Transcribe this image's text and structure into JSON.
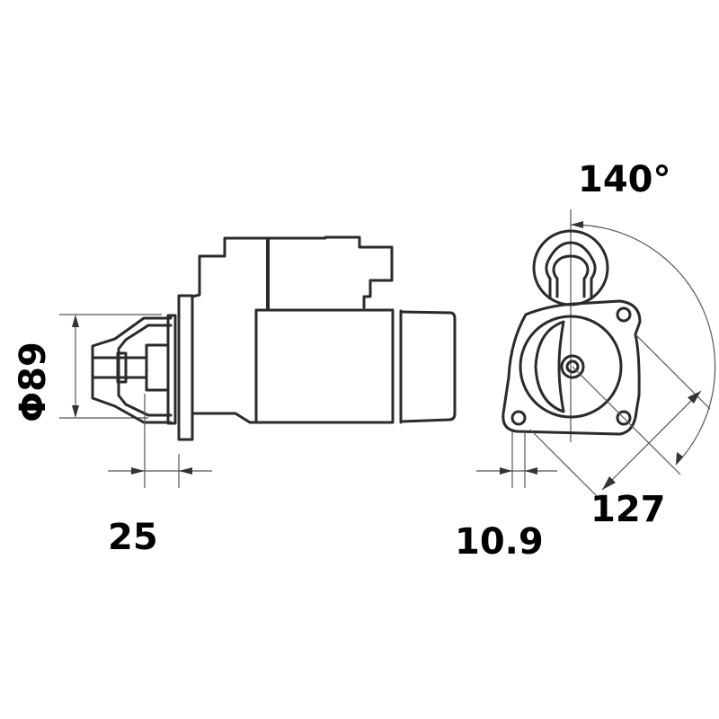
{
  "drawing": {
    "subject": "Starter motor dimensional drawing",
    "views": [
      "side-view",
      "front-view"
    ],
    "stroke_color": "#2a2a2a",
    "background": "#ffffff"
  },
  "dimensions": {
    "diameter": {
      "label": "Φ89",
      "value": 89,
      "unit": "mm",
      "orientation": "vertical"
    },
    "pinion_offset": {
      "label": "25",
      "value": 25,
      "unit": "mm"
    },
    "flange_thickness": {
      "label": "10.9",
      "value": 10.9,
      "unit": "mm"
    },
    "bolt_spacing": {
      "label": "127",
      "value": 127,
      "unit": "mm"
    },
    "solenoid_angle": {
      "label": "140°",
      "value": 140,
      "unit": "deg"
    }
  }
}
